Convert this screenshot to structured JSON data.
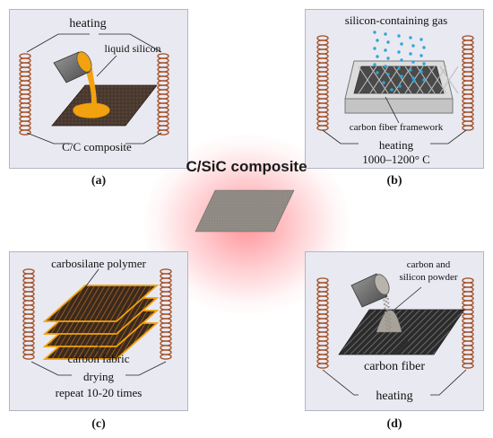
{
  "center": {
    "title": "C/SiC composite"
  },
  "panels": {
    "a": {
      "caption": "(a)",
      "heating": "heating",
      "liquid_silicon": "liquid silicon",
      "composite": "C/C composite"
    },
    "b": {
      "caption": "(b)",
      "gas": "silicon-containing gas",
      "framework": "carbon fiber framework",
      "heating": "heating",
      "temperature": "1000–1200° C"
    },
    "c": {
      "caption": "(c)",
      "polymer": "carbosilane polymer",
      "fabric": "carbon fabric",
      "drying": "drying",
      "repeat": "repeat 10-20 times"
    },
    "d": {
      "caption": "(d)",
      "powder_line1": "carbon and",
      "powder_line2": "silicon powder",
      "fiber": "carbon fiber",
      "heating": "heating"
    }
  },
  "colors": {
    "panel_bg": "#e9e9f1",
    "coil": "#a5532a",
    "silicon": "#f2a20f",
    "glow": "#ff4a55",
    "gas_dots": "#2aa7d8"
  }
}
